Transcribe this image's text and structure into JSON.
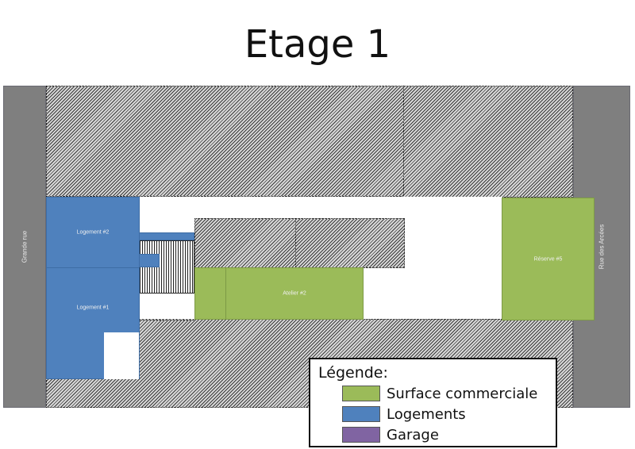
{
  "title": "Etage 1",
  "streets": {
    "left": "Grande rue",
    "right": "Rue des Arcées"
  },
  "rooms": {
    "logement2": "Logement #2",
    "logement1": "Logement #1",
    "atelier2": "Atelier #2",
    "reserve5": "Réserve #5"
  },
  "legend": {
    "title": "Légende:",
    "items": [
      {
        "label": "Surface commerciale",
        "color": "#9bbb59"
      },
      {
        "label": "Logements",
        "color": "#4f81bd"
      },
      {
        "label": "Garage",
        "color": "#8064a2"
      }
    ]
  },
  "colors": {
    "commercial": "#9bbb59",
    "housing": "#4f81bd",
    "garage": "#8064a2",
    "street": "#7f7f7f"
  }
}
